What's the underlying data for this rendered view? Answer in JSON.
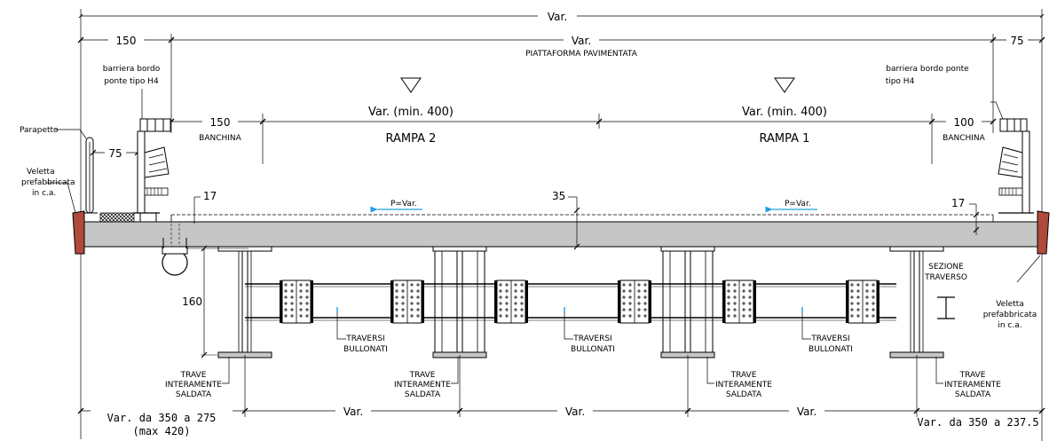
{
  "dimensions": {
    "total_width": "Var.",
    "left_edge": "150",
    "platform_width": "Var.",
    "right_edge": "75",
    "parapet_offset": "75",
    "left_banchina": "150",
    "right_banchina": "100",
    "rampa2_width": "Var. (min. 400)",
    "rampa1_width": "Var. (min. 400)",
    "left_pavement": "17",
    "right_pavement": "17",
    "slab_thickness": "35",
    "beam_height": "160",
    "bottom_left": "Var. da 350 a 275",
    "bottom_left_max": "(max 420)",
    "bottom_right": "Var. da 350 a 237.5",
    "bottom_spacing_1": "Var.",
    "bottom_spacing_2": "Var.",
    "bottom_spacing_3": "Var."
  },
  "labels": {
    "piattaforma": "PIATTAFORMA PAVIMENTATA",
    "barrier_left": [
      "barriera bordo",
      "ponte tipo H4"
    ],
    "barrier_right": [
      "barriera bordo ponte",
      "tipo H4"
    ],
    "parapetto": "Parapetto",
    "veletta_left": [
      "Veletta",
      "prefabbricata",
      "in c.a."
    ],
    "veletta_right": [
      "Veletta",
      "prefabbricata",
      "in c.a."
    ],
    "banchina_left": "BANCHINA",
    "banchina_right": "BANCHINA",
    "rampa2": "RAMPA 2",
    "rampa1": "RAMPA 1",
    "slope_left": "P=Var.",
    "slope_right": "P=Var.",
    "sezione_traverso": [
      "SEZIONE",
      "TRAVERSO"
    ],
    "traversi": [
      "TRAVERSI",
      "BULLONATI"
    ],
    "trave": [
      "TRAVE",
      "INTERAMENTE",
      "SALDATA"
    ]
  },
  "colors": {
    "slab": "#c6c6c6",
    "veletta": "#b04a3a",
    "slope_arrow": "#1fa0e0",
    "line": "#000000"
  }
}
